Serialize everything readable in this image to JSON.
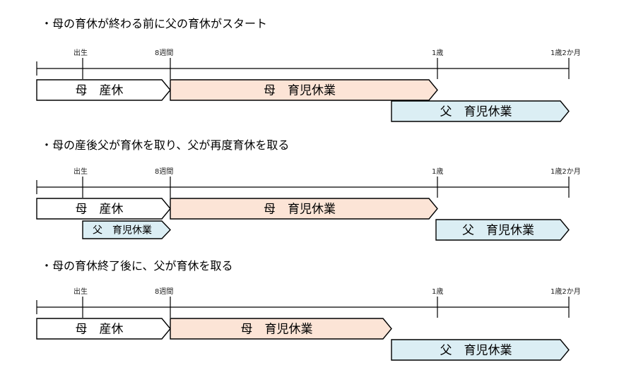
{
  "colors": {
    "sanko_fill": "#ffffff",
    "mother_fill": "#fce4d6",
    "father_fill": "#dbeef4",
    "outline": "#000000"
  },
  "markers": [
    "出生",
    "8週間",
    "1歳",
    "1歳2か月"
  ],
  "sections": [
    {
      "heading": "・母の育休が終わる前に父の育休がスタート",
      "bars": [
        {
          "label": "母　産休",
          "kind": "sanko"
        },
        {
          "label": "母　育児休業",
          "kind": "mother"
        },
        {
          "label": "父　育児休業",
          "kind": "father"
        }
      ]
    },
    {
      "heading": "・母の産後父が育休を取り、父が再度育休を取る",
      "bars": [
        {
          "label": "母　産休",
          "kind": "sanko"
        },
        {
          "label": "母　育児休業",
          "kind": "mother"
        },
        {
          "label": "父　育児休業",
          "kind": "father"
        },
        {
          "label": "父　育児休業",
          "kind": "father"
        }
      ]
    },
    {
      "heading": "・母の育休終了後に、父が育休を取る",
      "bars": [
        {
          "label": "母　産休",
          "kind": "sanko"
        },
        {
          "label": "母　育児休業",
          "kind": "mother"
        },
        {
          "label": "父　育児休業",
          "kind": "father"
        }
      ]
    }
  ]
}
